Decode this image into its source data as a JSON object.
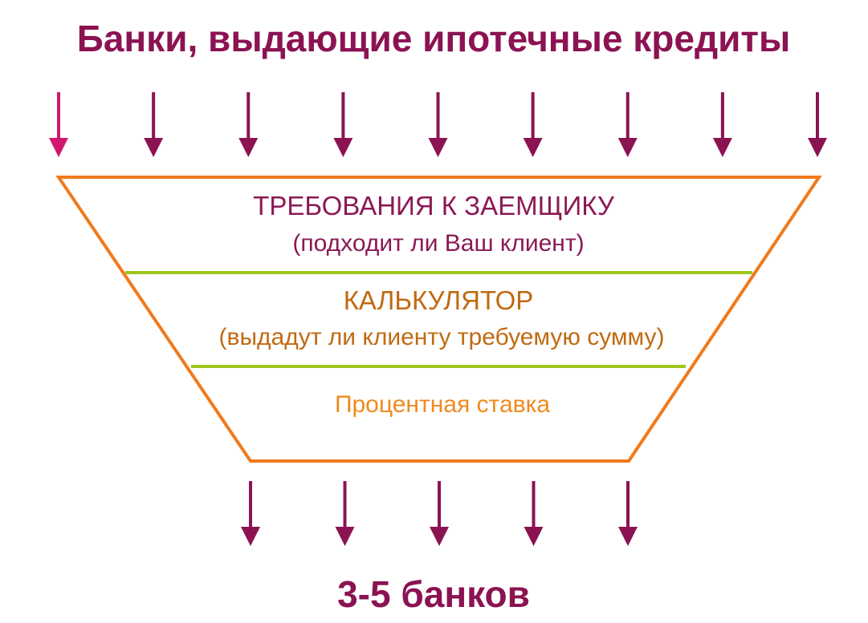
{
  "header": {
    "title": "Банки, выдающие ипотечные кредиты"
  },
  "funnel": {
    "stages": [
      {
        "title": "ТРЕБОВАНИЯ К ЗАЕМЩИКУ",
        "subtitle": "(подходит ли Ваш клиент)",
        "color": "#8B1A55"
      },
      {
        "title": "КАЛЬКУЛЯТОР",
        "subtitle": "(выдадут ли клиенту требуемую сумму)",
        "color": "#C06A12"
      },
      {
        "title": "Процентная ставка",
        "subtitle": "",
        "color": "#F08A1E"
      }
    ]
  },
  "arrows": {
    "input_count": 9,
    "output_count": 5,
    "first_input_color": "#D0186E"
  },
  "footer": {
    "result": "3-5 банков"
  },
  "colors": {
    "title": "#8B1352",
    "arrow": "#8B1352",
    "funnel_outline": "#F07A1C",
    "divider": "#9CC71E"
  }
}
